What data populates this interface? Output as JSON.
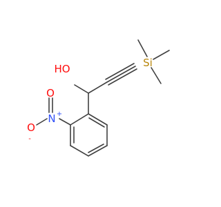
{
  "molecule": {
    "atoms": {
      "hydroxyl": "HO",
      "silicon": "Si",
      "nitro_nitrogen": "N",
      "nitro_oxygen": "O",
      "nitro_oxide": "O"
    },
    "charges": {
      "nitrogen_charge": "+",
      "oxide_charge": "-"
    },
    "colors": {
      "bond": "#404040",
      "oxygen": "#ff0d0d",
      "nitrogen": "#3050f8",
      "silicon": "#b8860b"
    }
  }
}
